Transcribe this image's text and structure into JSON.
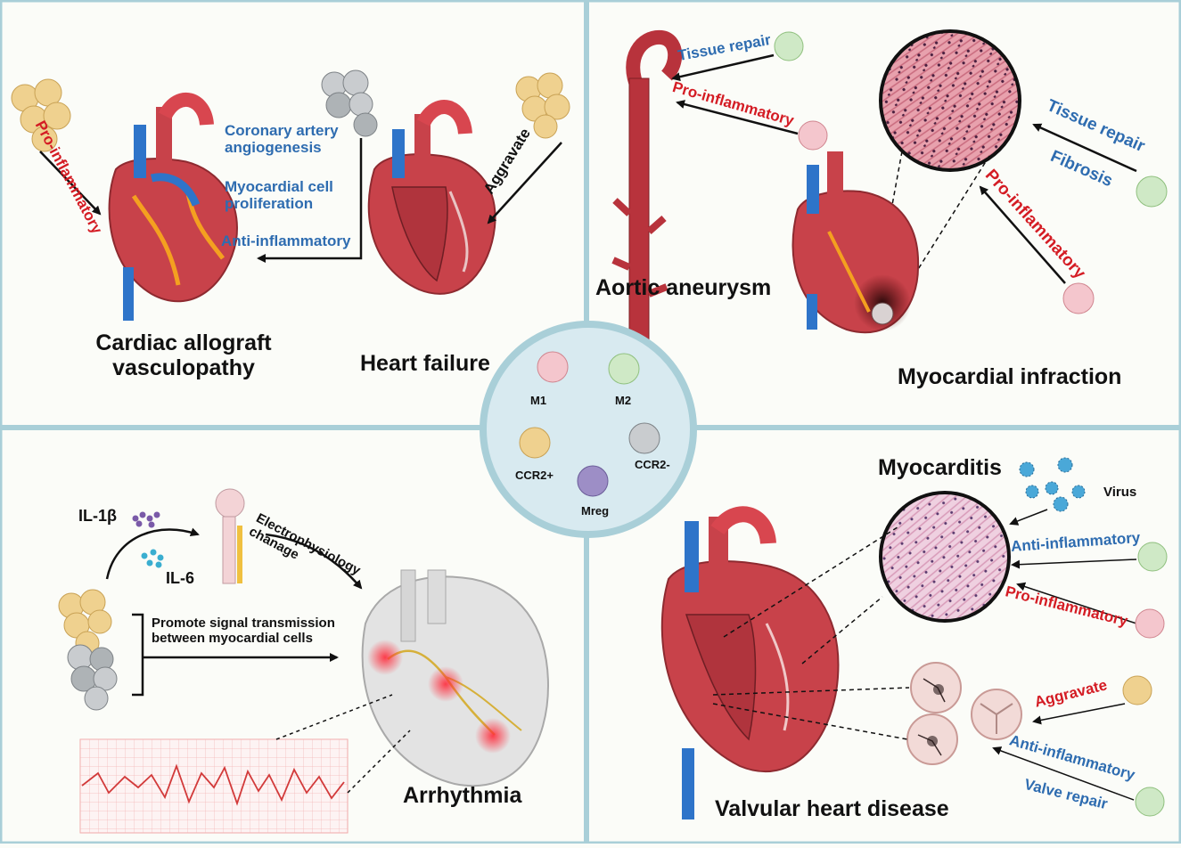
{
  "panels": {
    "cav": {
      "title_line1": "Cardiac allograft",
      "title_line2": "vasculopathy",
      "pro_inflammatory": "Pro-inflammatory"
    },
    "hf": {
      "title": "Heart failure",
      "coronary_line1": "Coronary artery",
      "coronary_line2": "angiogenesis",
      "myocardial_line1": "Myocardial cell",
      "myocardial_line2": "proliferation",
      "anti_inflammatory": "Anti-inflammatory",
      "aggravate": "Aggravate"
    },
    "aa": {
      "title": "Aortic aneurysm",
      "tissue_repair": "Tissue repair",
      "pro_inflammatory": "Pro-inflammatory"
    },
    "mi": {
      "title": "Myocardial infraction",
      "tissue_repair": "Tissue repair",
      "fibrosis": "Fibrosis",
      "pro_inflammatory": "Pro-inflammatory"
    },
    "arr": {
      "title": "Arrhythmia",
      "il1b": "IL-1β",
      "il6": "IL-6",
      "electro_line1": "Electrophysiology",
      "electro_line2": "chanage",
      "signal_line1": "Promote signal transmission",
      "signal_line2": "between myocardial cells"
    },
    "myo": {
      "title": "Myocarditis",
      "virus": "Virus",
      "anti_inflammatory": "Anti-inflammatory",
      "pro_inflammatory": "Pro-inflammatory"
    },
    "vhd": {
      "title": "Valvular heart disease",
      "aggravate": "Aggravate",
      "anti_inflammatory": "Anti-inflammatory",
      "valve_repair": "Valve repair"
    }
  },
  "center": {
    "m1": "M1",
    "m2": "M2",
    "ccr2pos": "CCR2+",
    "ccr2neg": "CCR2-",
    "mreg": "Mreg"
  },
  "colors": {
    "blue_text": "#2e6cb0",
    "red_text": "#d41c24",
    "divider": "#a9cfd8",
    "m1": "#f4c6cd",
    "m2": "#cfe9c6",
    "ccr2pos": "#efd18f",
    "ccr2neg": "#c9cccf",
    "mreg": "#9d8ec6"
  }
}
